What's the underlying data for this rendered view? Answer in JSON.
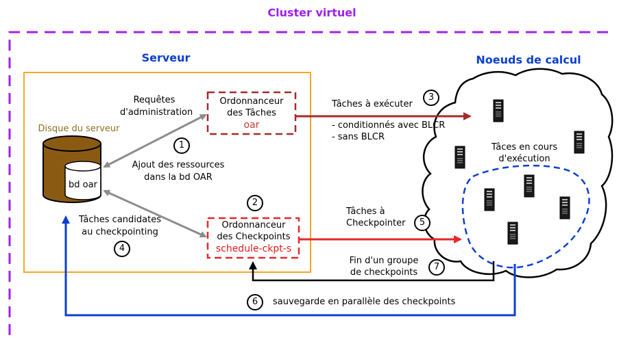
{
  "title": "Cluster virtuel",
  "serveur": {
    "title": "Serveur",
    "disk_label": "Disque du serveur",
    "db_label": "bd oar",
    "admin_requests": [
      "Requêtes",
      "d'administration"
    ],
    "add_resources": [
      "Ajout des ressources",
      "dans la bd OAR"
    ],
    "candidate_tasks": [
      "Tâches candidates",
      "au checkpointing"
    ]
  },
  "ordo_taches": {
    "lines": [
      "Ordonnanceur",
      "des Tâches"
    ],
    "name": "oar"
  },
  "ordo_ckpt": {
    "lines": [
      "Ordonnanceur",
      "des Checkpoints"
    ],
    "name": "schedule-ckpt-s"
  },
  "noeuds": {
    "title": "Noeuds de calcul",
    "running": [
      "Tâces en cours",
      "d'exécution"
    ]
  },
  "arrows": {
    "tasks_exec": "Tâches à exécuter",
    "blcr": [
      "- conditionnés avec BLCR",
      "- sans BLCR"
    ],
    "tasks_ckpt": [
      "Tâches à",
      "Checkpointer"
    ],
    "end_group": [
      "Fin d'un groupe",
      "de checkpoints"
    ],
    "save_parallel": "sauvegarde en parallèle des checkpoints"
  },
  "steps": [
    "1",
    "2",
    "3",
    "4",
    "5",
    "6",
    "7"
  ],
  "colors": {
    "cluster": "#a020f0",
    "server_box": "#f5a623",
    "scheduler_tasks": "#a52a2a",
    "scheduler_ckpt": "#e8262a",
    "gray_arrow": "#8c8c8c",
    "blue": "#0b3fd1",
    "disk": "#8b5a12"
  }
}
